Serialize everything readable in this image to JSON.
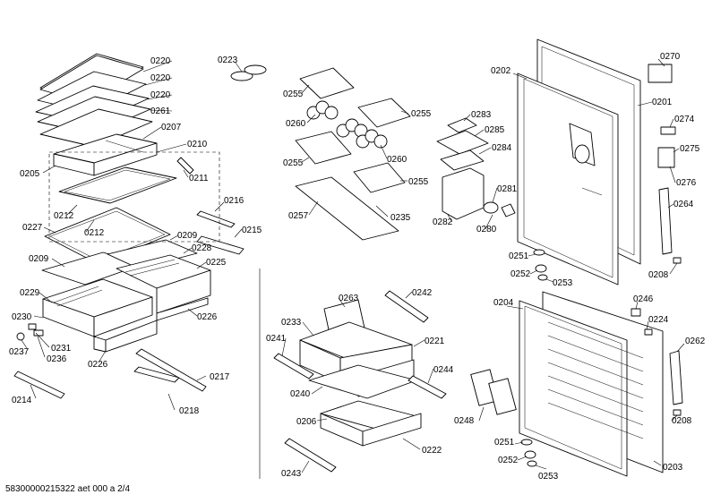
{
  "footer": "58300000215322 aet 000 a 2/4",
  "callouts": [
    {
      "id": "c1",
      "text": "0220"
    },
    {
      "id": "c2",
      "text": "0220"
    },
    {
      "id": "c3",
      "text": "0220"
    },
    {
      "id": "c4",
      "text": "0261"
    },
    {
      "id": "c5",
      "text": "0207"
    },
    {
      "id": "c6",
      "text": "0210"
    },
    {
      "id": "c7",
      "text": "0205"
    },
    {
      "id": "c8",
      "text": "0211"
    },
    {
      "id": "c9",
      "text": "0212"
    },
    {
      "id": "c10",
      "text": "0216"
    },
    {
      "id": "c11",
      "text": "0227"
    },
    {
      "id": "c12",
      "text": "0212"
    },
    {
      "id": "c13",
      "text": "0215"
    },
    {
      "id": "c14",
      "text": "0209"
    },
    {
      "id": "c15",
      "text": "0228"
    },
    {
      "id": "c16",
      "text": "0209"
    },
    {
      "id": "c17",
      "text": "0225"
    },
    {
      "id": "c18",
      "text": "0229"
    },
    {
      "id": "c19",
      "text": "0230"
    },
    {
      "id": "c20",
      "text": "0226"
    },
    {
      "id": "c21",
      "text": "0237"
    },
    {
      "id": "c22",
      "text": "0231"
    },
    {
      "id": "c23",
      "text": "0236"
    },
    {
      "id": "c24",
      "text": "0226"
    },
    {
      "id": "c25",
      "text": "0217"
    },
    {
      "id": "c26",
      "text": "0214"
    },
    {
      "id": "c27",
      "text": "0218"
    },
    {
      "id": "c28",
      "text": "0223"
    },
    {
      "id": "c29",
      "text": "0255"
    },
    {
      "id": "c30",
      "text": "0255"
    },
    {
      "id": "c31",
      "text": "0260"
    },
    {
      "id": "c32",
      "text": "0260"
    },
    {
      "id": "c33",
      "text": "0255"
    },
    {
      "id": "c34",
      "text": "0255"
    },
    {
      "id": "c35",
      "text": "0257"
    },
    {
      "id": "c36",
      "text": "0235"
    },
    {
      "id": "c37",
      "text": "0283"
    },
    {
      "id": "c38",
      "text": "0285"
    },
    {
      "id": "c39",
      "text": "0284"
    },
    {
      "id": "c40",
      "text": "0281"
    },
    {
      "id": "c41",
      "text": "0282"
    },
    {
      "id": "c42",
      "text": "0280"
    },
    {
      "id": "c43",
      "text": "0202"
    },
    {
      "id": "c44",
      "text": "0270"
    },
    {
      "id": "c45",
      "text": "0201"
    },
    {
      "id": "c46",
      "text": "0274"
    },
    {
      "id": "c47",
      "text": "0275"
    },
    {
      "id": "c48",
      "text": "0276"
    },
    {
      "id": "c49",
      "text": "0264"
    },
    {
      "id": "c50",
      "text": "0251"
    },
    {
      "id": "c51",
      "text": "0252"
    },
    {
      "id": "c52",
      "text": "0253"
    },
    {
      "id": "c53",
      "text": "0208"
    },
    {
      "id": "c54",
      "text": "0263"
    },
    {
      "id": "c55",
      "text": "0242"
    },
    {
      "id": "c56",
      "text": "0233"
    },
    {
      "id": "c57",
      "text": "0241"
    },
    {
      "id": "c58",
      "text": "0221"
    },
    {
      "id": "c59",
      "text": "0244"
    },
    {
      "id": "c60",
      "text": "0240"
    },
    {
      "id": "c61",
      "text": "0206"
    },
    {
      "id": "c62",
      "text": "0222"
    },
    {
      "id": "c63",
      "text": "0243"
    },
    {
      "id": "c64",
      "text": "0204"
    },
    {
      "id": "c65",
      "text": "0246"
    },
    {
      "id": "c66",
      "text": "0224"
    },
    {
      "id": "c67",
      "text": "0262"
    },
    {
      "id": "c68",
      "text": "0248"
    },
    {
      "id": "c69",
      "text": "0208"
    },
    {
      "id": "c70",
      "text": "0251"
    },
    {
      "id": "c71",
      "text": "0252"
    },
    {
      "id": "c72",
      "text": "0253"
    },
    {
      "id": "c73",
      "text": "0203"
    }
  ]
}
